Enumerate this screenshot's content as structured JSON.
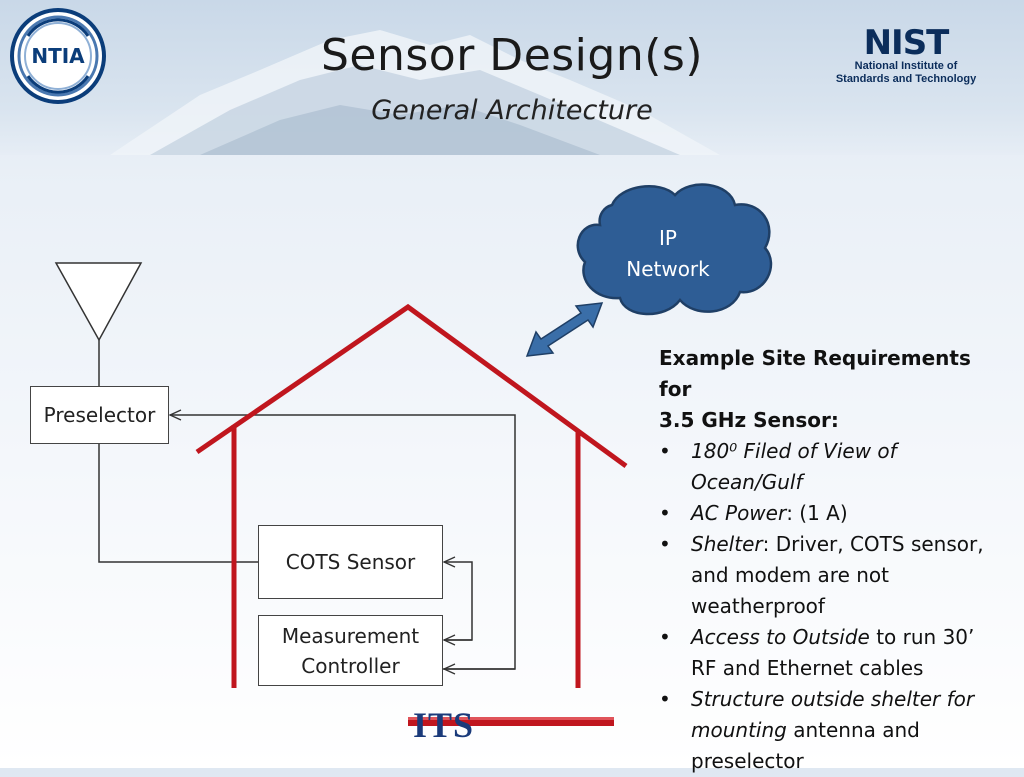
{
  "header": {
    "title": "Sensor Design(s)",
    "subtitle": "General Architecture"
  },
  "logos": {
    "ntia_text": "NTIA",
    "nist_word": "NIST",
    "nist_line1": "National Institute of",
    "nist_line2": "Standards and Technology",
    "its_text": "ITS"
  },
  "diagram": {
    "cloud_line1": "IP",
    "cloud_line2": "Network",
    "preselector": "Preselector",
    "cots_sensor": "COTS Sensor",
    "controller_line1": "Measurement",
    "controller_line2": "Controller"
  },
  "requirements": {
    "heading_line1": "Example Site Requirements for",
    "heading_line2": "3.5 GHz Sensor:",
    "bullet": "•",
    "items": [
      {
        "em": "180⁰ Filed of View of Ocean/Gulf",
        "rest": ""
      },
      {
        "em": "AC Power",
        "rest": ":  (1 A)"
      },
      {
        "em": "Shelter",
        "rest": ": Driver, COTS sensor, and modem are not weatherproof"
      },
      {
        "em": "Access to Outside",
        "rest": " to run 30’ RF and Ethernet cables"
      },
      {
        "em": "Structure outside shelter for mounting",
        "rest": " antenna and preselector"
      }
    ]
  },
  "colors": {
    "house": "#c0161e",
    "cloud_fill": "#2e5d95",
    "cloud_stroke": "#1f3f66",
    "arrow": "#3a6ea8"
  }
}
